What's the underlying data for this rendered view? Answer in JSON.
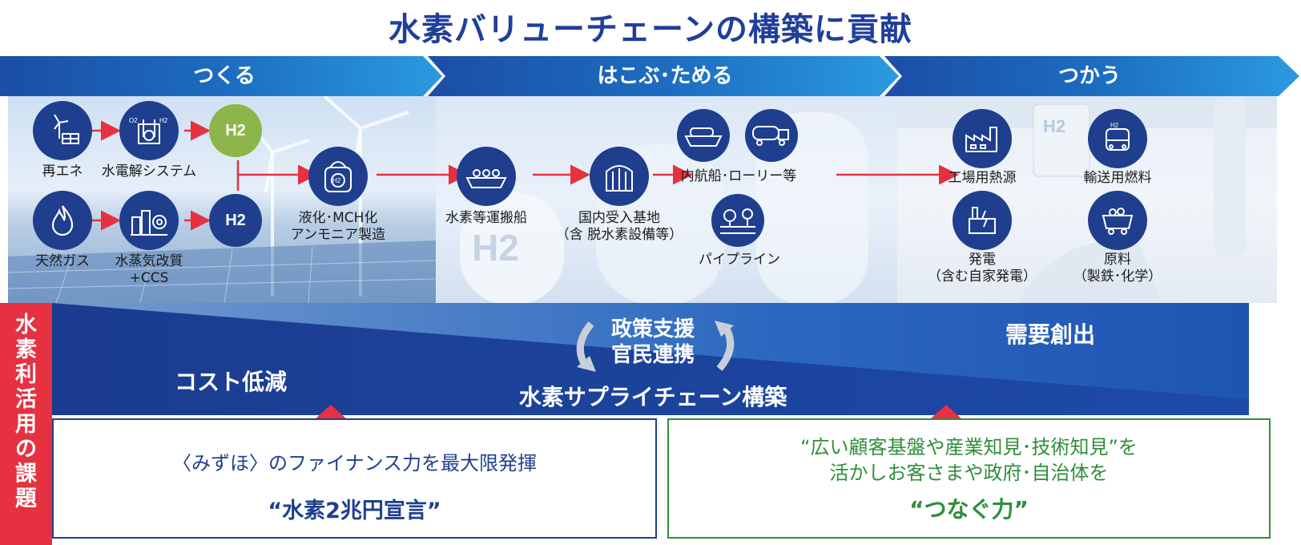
{
  "title": "水素バリューチェーンの構築に貢献",
  "stages": [
    "つくる",
    "はこぶ･ためる",
    "つかう"
  ],
  "nodes": {
    "renewable": "再エネ",
    "electrolysis": "水電解システム",
    "natural_gas": "天然ガス",
    "steam_reforming_1": "水蒸気改質",
    "steam_reforming_2": "+CCS",
    "h2_green": "H2",
    "h2_blue": "H2",
    "conversion_1": "液化･MCH化",
    "conversion_2": "アンモニア製造",
    "ship": "水素等運搬船",
    "terminal_1": "国内受入基地",
    "terminal_2": "（含 脱水素設備等）",
    "domestic": "内航船･ローリー等",
    "pipeline": "パイプライン",
    "factory": "工場用熱源",
    "fuel": "輸送用燃料",
    "power_1": "発電",
    "power_2": "（含む自家発電）",
    "material_1": "原料",
    "material_2": "（製鉄･化学）"
  },
  "icons": {
    "renewable": "wind-solar-icon",
    "electrolysis": "electrolysis-icon",
    "natural_gas": "flame-icon",
    "steam_reforming": "factory-gear-icon",
    "conversion": "tank-icon",
    "ship": "ship-icon",
    "terminal": "storage-tank-icon",
    "domestic_ship": "tanker-ship-icon",
    "truck": "hydrogen-truck-icon",
    "pipeline": "pipeline-icon",
    "factory": "factory-icon",
    "bus": "bus-icon",
    "power": "power-plant-icon",
    "material": "mine-cart-icon"
  },
  "sidebar": "水素利活用の課題",
  "band": {
    "cost": "コスト低減",
    "policy_1": "政策支援",
    "policy_2": "官民連携",
    "supply_chain": "水素サプライチェーン構築",
    "demand": "需要創出"
  },
  "box_left": {
    "line1": "〈みずほ〉のファイナンス力を最大限発揮",
    "line2": "“水素2兆円宣言”"
  },
  "box_right": {
    "line1": "“広い顧客基盤や産業知見･技術知見”を",
    "line2": "活かしお客さまや政府･自治体を",
    "line3": "“つなぐ力”"
  },
  "colors": {
    "navy": "#1f3f8e",
    "title_blue": "#1f3f9a",
    "arrow_blue": "#1a6fc0",
    "red": "#e63140",
    "green_text": "#2f8f3a",
    "h2_green": "#8cb54a"
  }
}
